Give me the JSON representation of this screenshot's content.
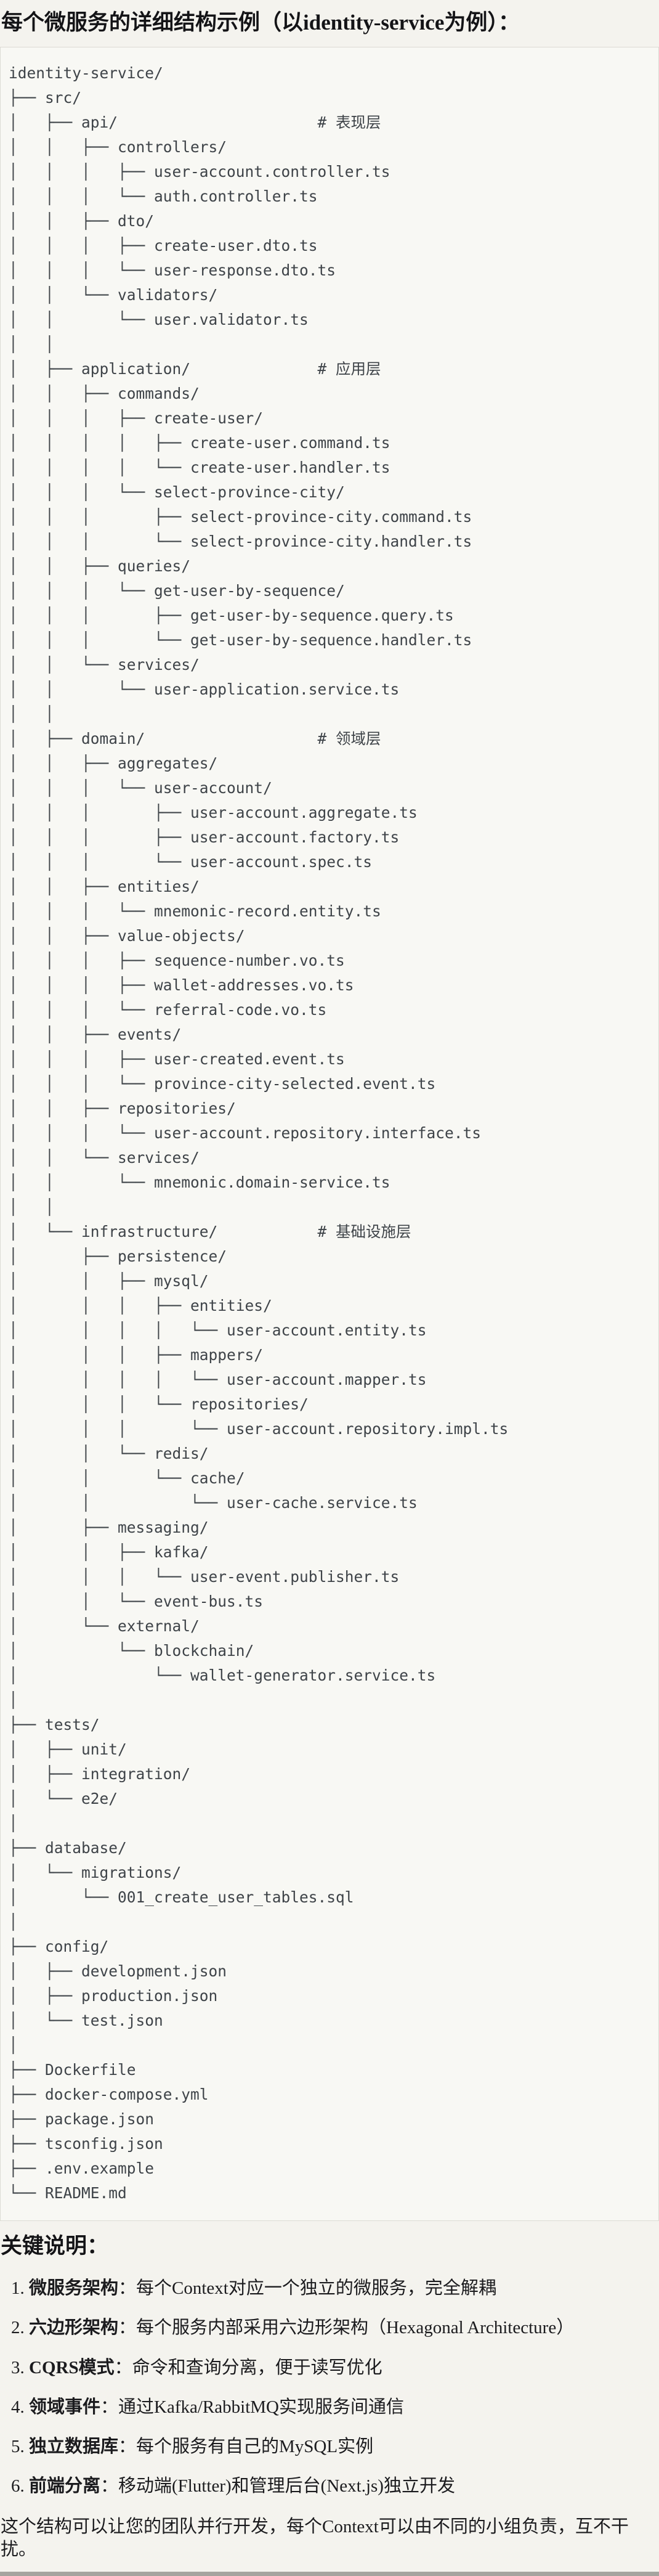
{
  "page": {
    "title": "每个微服务的详细结构示例（以identity-service为例）："
  },
  "tree": {
    "text": "identity-service/\n├── src/\n│   ├── api/                      # 表现层\n│   │   ├── controllers/\n│   │   │   ├── user-account.controller.ts\n│   │   │   └── auth.controller.ts\n│   │   ├── dto/\n│   │   │   ├── create-user.dto.ts\n│   │   │   └── user-response.dto.ts\n│   │   └── validators/\n│   │       └── user.validator.ts\n│   │\n│   ├── application/              # 应用层\n│   │   ├── commands/\n│   │   │   ├── create-user/\n│   │   │   │   ├── create-user.command.ts\n│   │   │   │   └── create-user.handler.ts\n│   │   │   └── select-province-city/\n│   │   │       ├── select-province-city.command.ts\n│   │   │       └── select-province-city.handler.ts\n│   │   ├── queries/\n│   │   │   └── get-user-by-sequence/\n│   │   │       ├── get-user-by-sequence.query.ts\n│   │   │       └── get-user-by-sequence.handler.ts\n│   │   └── services/\n│   │       └── user-application.service.ts\n│   │\n│   ├── domain/                   # 领域层\n│   │   ├── aggregates/\n│   │   │   └── user-account/\n│   │   │       ├── user-account.aggregate.ts\n│   │   │       ├── user-account.factory.ts\n│   │   │       └── user-account.spec.ts\n│   │   ├── entities/\n│   │   │   └── mnemonic-record.entity.ts\n│   │   ├── value-objects/\n│   │   │   ├── sequence-number.vo.ts\n│   │   │   ├── wallet-addresses.vo.ts\n│   │   │   └── referral-code.vo.ts\n│   │   ├── events/\n│   │   │   ├── user-created.event.ts\n│   │   │   └── province-city-selected.event.ts\n│   │   ├── repositories/\n│   │   │   └── user-account.repository.interface.ts\n│   │   └── services/\n│   │       └── mnemonic.domain-service.ts\n│   │\n│   └── infrastructure/           # 基础设施层\n│       ├── persistence/\n│       │   ├── mysql/\n│       │   │   ├── entities/\n│       │   │   │   └── user-account.entity.ts\n│       │   │   ├── mappers/\n│       │   │   │   └── user-account.mapper.ts\n│       │   │   └── repositories/\n│       │   │       └── user-account.repository.impl.ts\n│       │   └── redis/\n│       │       └── cache/\n│       │           └── user-cache.service.ts\n│       ├── messaging/\n│       │   ├── kafka/\n│       │   │   └── user-event.publisher.ts\n│       │   └── event-bus.ts\n│       └── external/\n│           └── blockchain/\n│               └── wallet-generator.service.ts\n│\n├── tests/\n│   ├── unit/\n│   ├── integration/\n│   └── e2e/\n│\n├── database/\n│   └── migrations/\n│       └── 001_create_user_tables.sql\n│\n├── config/\n│   ├── development.json\n│   ├── production.json\n│   └── test.json\n│\n├── Dockerfile\n├── docker-compose.yml\n├── package.json\n├── tsconfig.json\n├── .env.example\n└── README.md"
  },
  "notes": {
    "heading": "关键说明：",
    "items": [
      {
        "num": "1. ",
        "term": "微服务架构",
        "desc": "：每个Context对应一个独立的微服务，完全解耦"
      },
      {
        "num": "2. ",
        "term": "六边形架构",
        "desc": "：每个服务内部采用六边形架构（Hexagonal Architecture）"
      },
      {
        "num": "3. ",
        "term": "CQRS模式",
        "desc": "：命令和查询分离，便于读写优化"
      },
      {
        "num": "4. ",
        "term": "领域事件",
        "desc": "：通过Kafka/RabbitMQ实现服务间通信"
      },
      {
        "num": "5. ",
        "term": "独立数据库",
        "desc": "：每个服务有自己的MySQL实例"
      },
      {
        "num": "6. ",
        "term": "前端分离",
        "desc": "：移动端(Flutter)和管理后台(Next.js)独立开发"
      }
    ],
    "closing": "这个结构可以让您的团队并行开发，每个Context可以由不同的小组负责，互不干扰。"
  }
}
